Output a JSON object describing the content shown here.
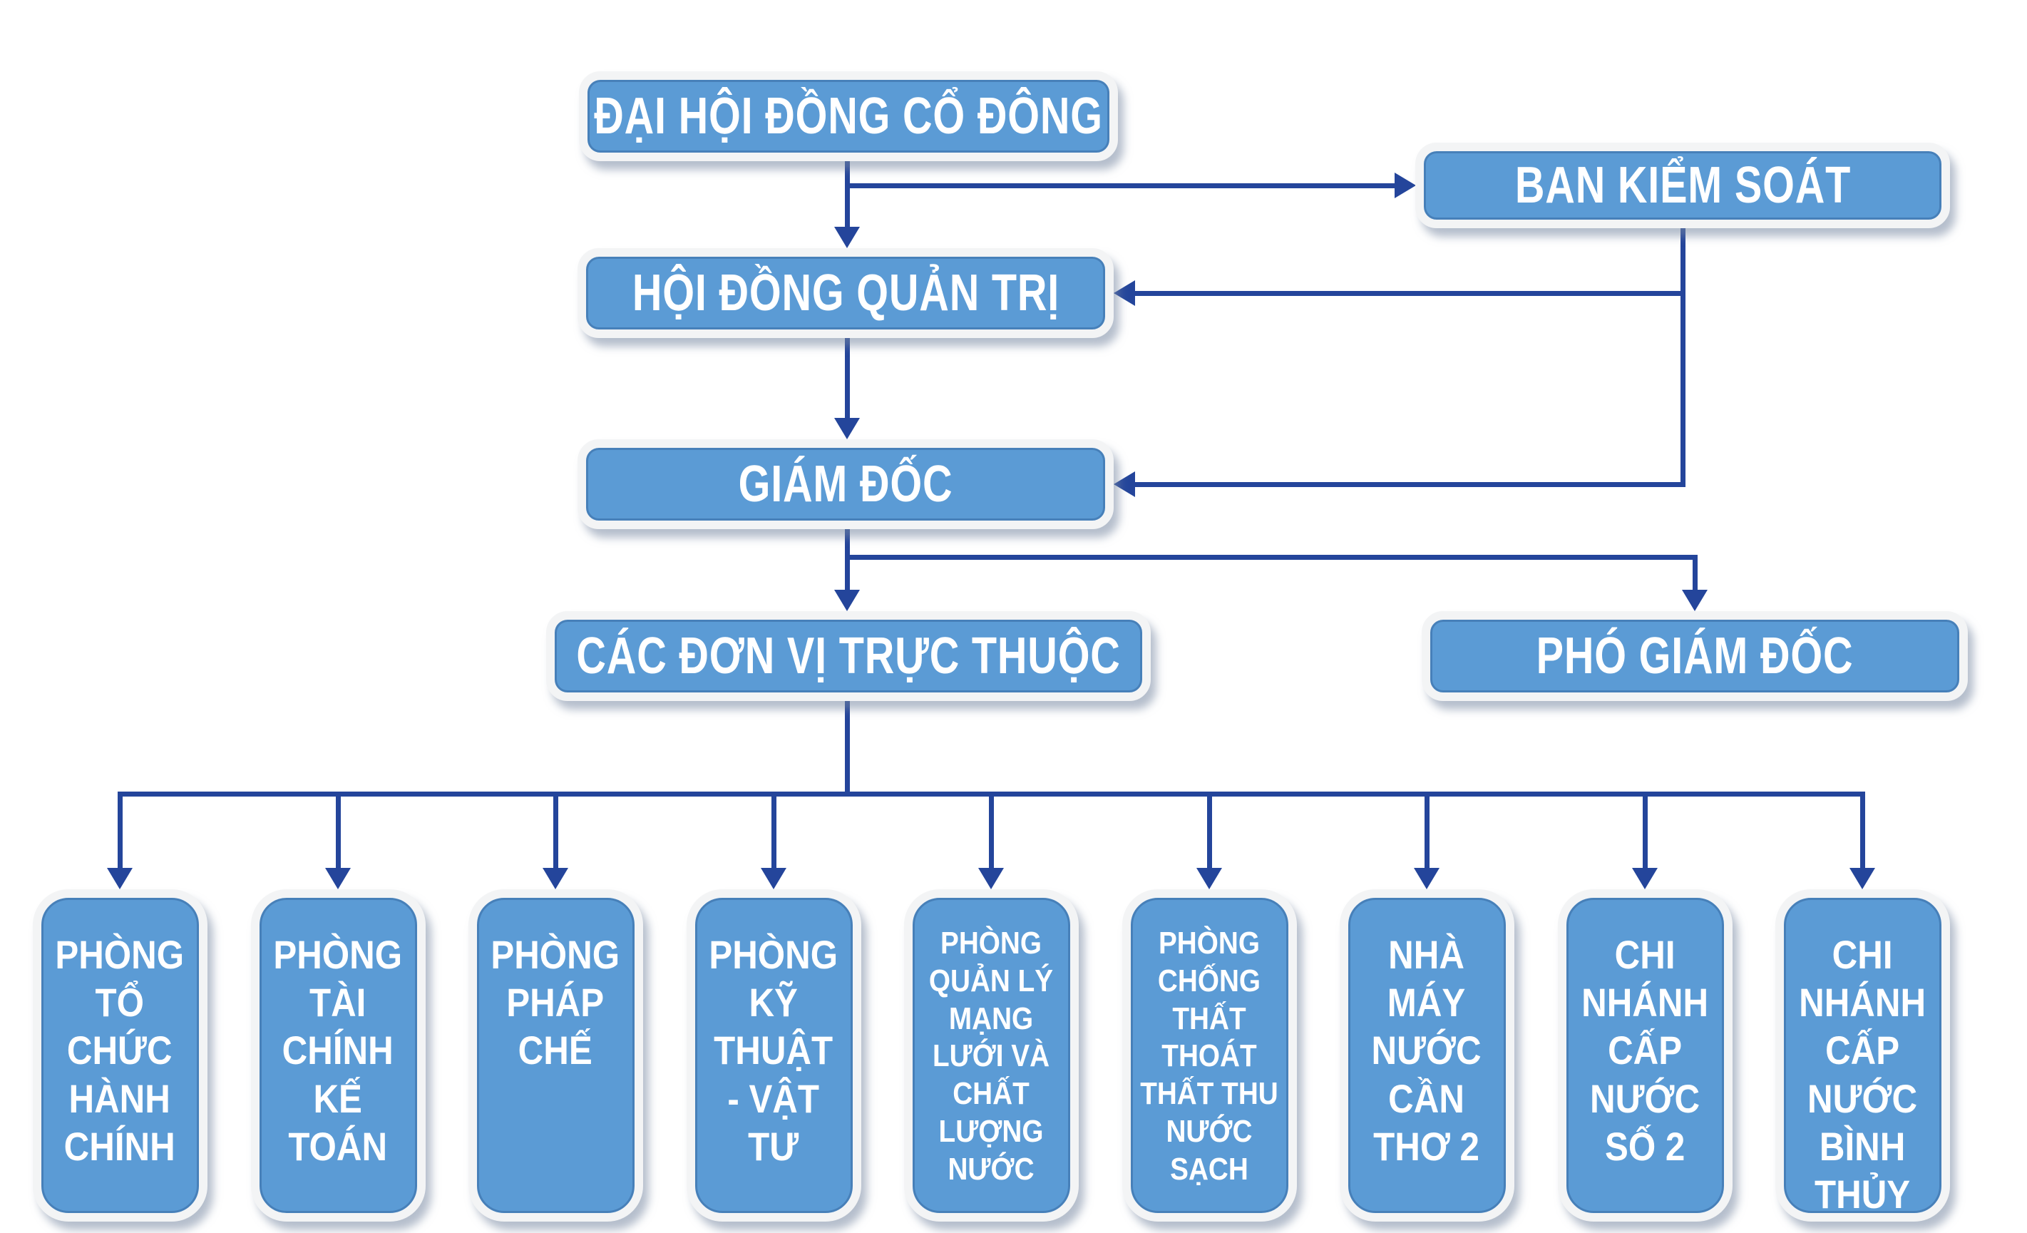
{
  "palette": {
    "box_fill": "#5b9bd5",
    "box_frame": "#f3f4f5",
    "connector": "#24459b",
    "text": "#ffffff",
    "background": "#ffffff"
  },
  "nodes": {
    "shareholders_meeting": {
      "label": "ĐẠI HỘI ĐỒNG CỔ ĐÔNG"
    },
    "supervisory_board": {
      "label": "BAN KIỂM SOÁT"
    },
    "board_of_management": {
      "label": "HỘI ĐỒNG QUẢN TRỊ"
    },
    "director": {
      "label": "GIÁM ĐỐC"
    },
    "subordinate_units": {
      "label": "CÁC ĐƠN VỊ TRỰC THUỘC"
    },
    "deputy_director": {
      "label": "PHÓ GIÁM ĐỐC"
    }
  },
  "departments": [
    {
      "label": "PHÒNG\nTỔ\nCHỨC\nHÀNH\nCHÍNH"
    },
    {
      "label": "PHÒNG\nTÀI\nCHÍNH\nKẾ\nTOÁN"
    },
    {
      "label": "PHÒNG\nPHÁP\nCHẾ"
    },
    {
      "label": "PHÒNG\nKỸ\nTHUẬT\n- VẬT\nTƯ"
    },
    {
      "label": "PHÒNG\nQUẢN LÝ\nMẠNG\nLƯỚI VÀ\nCHẤT\nLƯỢNG\nNƯỚC"
    },
    {
      "label": "PHÒNG\nCHỐNG\nTHẤT\nTHOÁT\nTHẤT THU\nNƯỚC\nSẠCH"
    },
    {
      "label": "NHÀ\nMÁY\nNƯỚC\nCẦN\nTHƠ 2"
    },
    {
      "label": "CHI\nNHÁNH\nCẤP\nNƯỚC\nSỐ 2"
    },
    {
      "label": "CHI\nNHÁNH\nCẤP\nNƯỚC\nBÌNH\nTHỦY"
    }
  ]
}
